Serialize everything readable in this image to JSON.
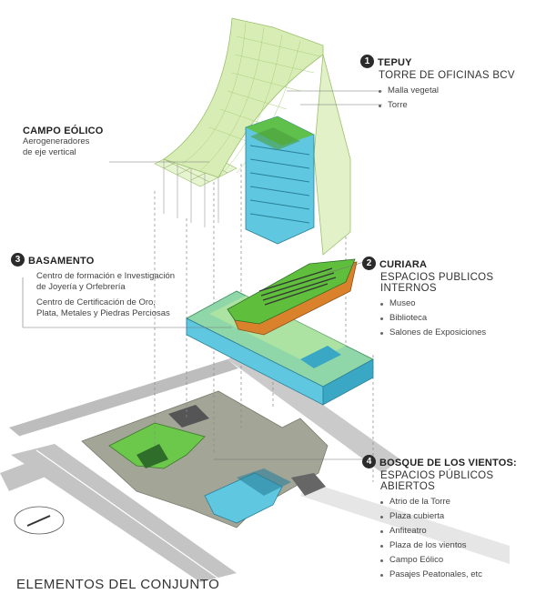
{
  "labels": {
    "tepuy": {
      "number": "1",
      "title": "TEPUY",
      "subtitle": "TORRE DE OFICINAS BCV",
      "items": [
        "Malla vegetal",
        "Torre"
      ]
    },
    "campo": {
      "title": "CAMPO EÓLICO",
      "desc_line1": "Aerogeneradores",
      "desc_line2": "de eje vertical"
    },
    "basamento": {
      "number": "3",
      "title": "BASAMENTO",
      "items": [
        "Centro de formación e Investigación",
        "de Joyería y Orfebrería",
        "Centro de Certificación de Oro,",
        "Plata, Metales y Piedras Perciosas"
      ]
    },
    "curiara": {
      "number": "2",
      "title": "CURIARA",
      "subtitle": "ESPACIOS PUBLICOS INTERNOS",
      "items": [
        "Museo",
        "Biblioteca",
        "Salones de Exposiciones"
      ]
    },
    "bosque": {
      "number": "4",
      "title": "BOSQUE DE LOS VIENTOS:",
      "subtitle": "ESPACIOS PÚBLICOS ABIERTOS",
      "items": [
        "Atrio de la Torre",
        "Plaza cubierta",
        "Anfiteatro",
        "Plaza de los vientos",
        "Campo Eólico",
        "Pasajes Peatonales, etc"
      ]
    }
  },
  "footer_title": "ELEMENTOS DEL CONJUNTO",
  "colors": {
    "mesh": "#cfe8a8",
    "green": "#5fbf3c",
    "cyan": "#5fc8e0",
    "ground": "#9a9c8c",
    "orange": "#d9822b",
    "road": "#b8b8b8"
  }
}
